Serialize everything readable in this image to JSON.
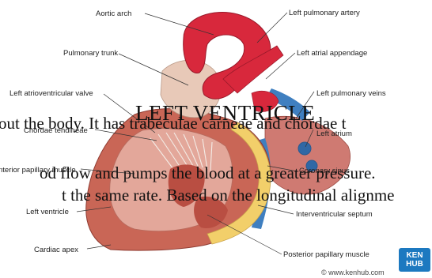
{
  "labels": {
    "aortic_arch": "Aortic arch",
    "left_pulmonary_artery": "Left pulmonary artery",
    "pulmonary_trunk": "Pulmonary trunk",
    "left_atrial_appendage": "Left atrial appendage",
    "left_atrioventricular_valve": "Left atrioventricular valve",
    "left_pulmonary_veins": "Left pulmonary veins",
    "chordae_tendineae": "Chordae tendineae",
    "left_atrium": "Left atrium",
    "anterior_papillary_muscle": "nterior papillary muscle",
    "coronary_sinus": "Coronary sinus",
    "left_ventricle": "Left ventricle",
    "interventricular_septum": "Interventricular septum",
    "cardiac_apex": "Cardiac apex",
    "posterior_papillary_muscle": "Posterior papillary muscle"
  },
  "overlay": {
    "heading": "LEFT VENTRICLE",
    "line1": "out the body. It has trabeculae carneae and chordae t",
    "line2": "od flow and pumps the blood at a greater pressure.",
    "line3": "t the same rate. Based on the longitudinal alignme"
  },
  "brand": {
    "logo_line1": "KEN",
    "logo_line2": "HUB",
    "credit": "© www.kenhub.com"
  },
  "colors": {
    "artery_red": "#d8283c",
    "myocardium": "#c96656",
    "interior": "#e3a79a",
    "fat_yellow": "#f2cf6a",
    "vein_blue": "#3f7fc0",
    "brand_blue": "#1c79c0"
  }
}
